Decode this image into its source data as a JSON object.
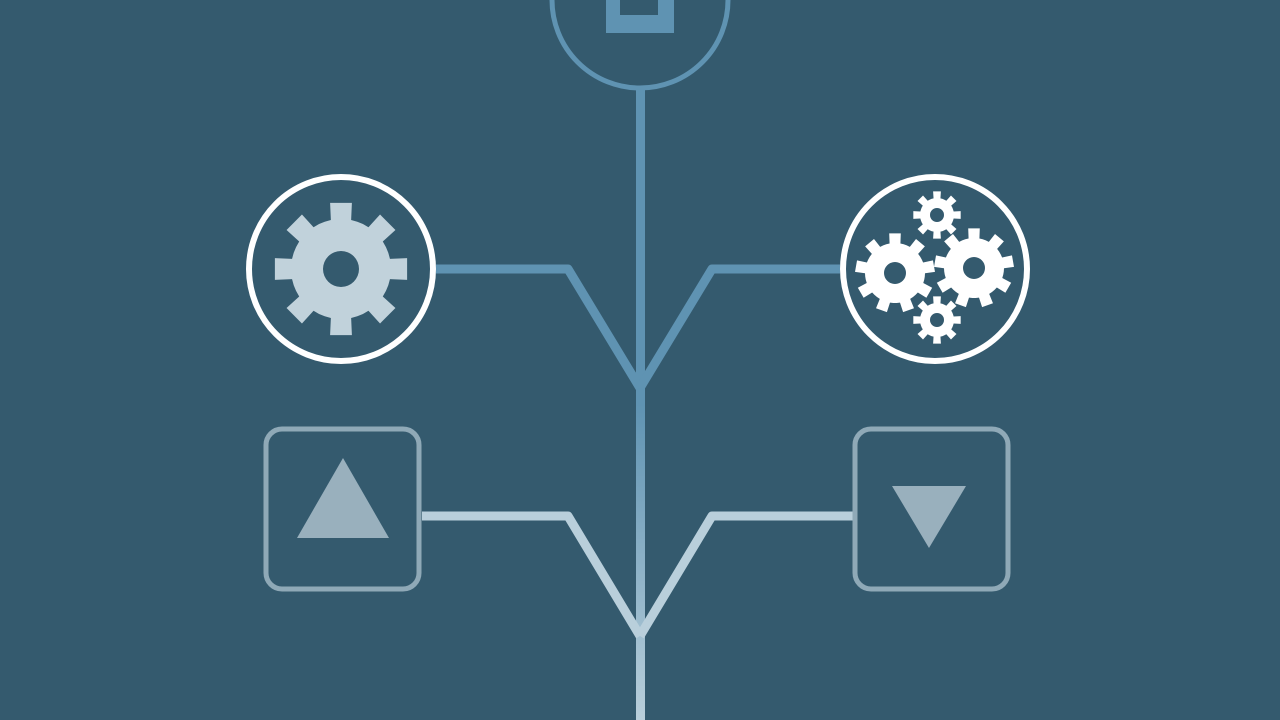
{
  "colors": {
    "background": "#345a6e",
    "branch_top": "#5f93b2",
    "branch_bottom": "#b9cfdb",
    "circle_outline": "#ffffff",
    "single_gear": "#c1d2db",
    "multi_gear": "#ffffff",
    "square_outline": "#8fa9b7",
    "arrow_fill": "#99b0bd"
  },
  "nodes": [
    {
      "name": "top-node",
      "shape": "circle",
      "icon": "square-icon"
    },
    {
      "name": "left-gear-node",
      "shape": "circle",
      "icon": "gear-icon"
    },
    {
      "name": "right-gears-node",
      "shape": "circle",
      "icon": "gears-icon"
    },
    {
      "name": "left-arrow-node",
      "shape": "rounded-square",
      "icon": "triangle-up-icon"
    },
    {
      "name": "right-arrow-node",
      "shape": "rounded-square",
      "icon": "triangle-down-icon"
    }
  ]
}
